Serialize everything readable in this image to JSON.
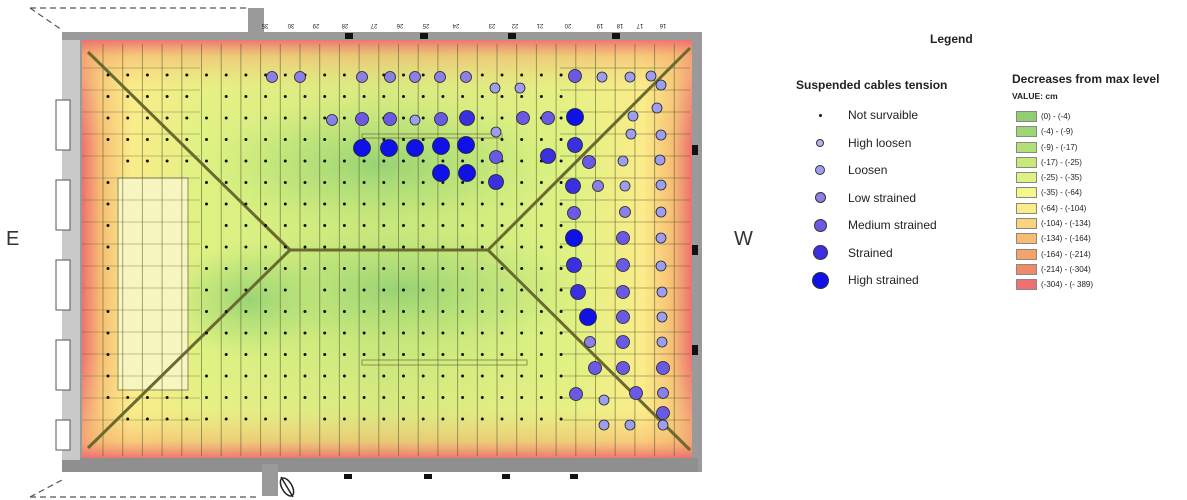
{
  "compass": {
    "east": "E",
    "west": "W"
  },
  "legend": {
    "title": "Legend",
    "cables": {
      "title": "Suspended cables tension",
      "items": [
        {
          "label": "Not survaible",
          "color": "#1a1a1a",
          "size_class": 1
        },
        {
          "label": "High loosen",
          "color": "#b4b4ec",
          "size_class": 2
        },
        {
          "label": "Loosen",
          "color": "#9e9ef0",
          "size_class": 3
        },
        {
          "label": "Low strained",
          "color": "#8b80e6",
          "size_class": 4
        },
        {
          "label": "Medium strained",
          "color": "#6a5ae3",
          "size_class": 5
        },
        {
          "label": "Strained",
          "color": "#3a30e0",
          "size_class": 6
        },
        {
          "label": "High strained",
          "color": "#1010e8",
          "size_class": 7
        }
      ]
    },
    "decreases": {
      "title": "Decreases from max level",
      "unit": "VALUE: cm",
      "classes": [
        {
          "label": "(0) - (-4)",
          "color": "#8fcf72"
        },
        {
          "label": "(-4) - (-9)",
          "color": "#9dd674"
        },
        {
          "label": "(-9) - (-17)",
          "color": "#b2df78"
        },
        {
          "label": "(-17) - (-25)",
          "color": "#c8e87c"
        },
        {
          "label": "(-25) - (-35)",
          "color": "#def283"
        },
        {
          "label": "(-35) - (-64)",
          "color": "#f4f88c"
        },
        {
          "label": "(-64) - (-104)",
          "color": "#fbec8a"
        },
        {
          "label": "(-104) - (-134)",
          "color": "#f9d47e"
        },
        {
          "label": "(-134) - (-164)",
          "color": "#f6bc74"
        },
        {
          "label": "(-164) - (-214)",
          "color": "#f3a46c"
        },
        {
          "label": "(-214) - (-304)",
          "color": "#f08a68"
        },
        {
          "label": "(-304) - (- 389)",
          "color": "#ee7070"
        }
      ]
    }
  },
  "column_labels": [
    "16",
    "17",
    "18",
    "19",
    "20",
    "21",
    "22",
    "23",
    "24",
    "25",
    "26",
    "27",
    "28",
    "29",
    "30",
    "35"
  ]
}
